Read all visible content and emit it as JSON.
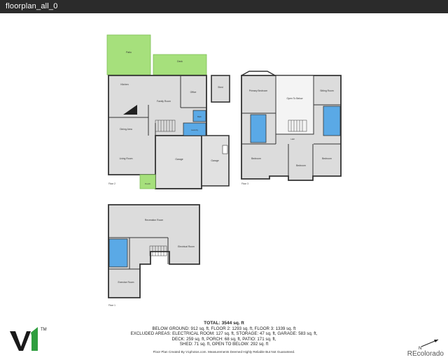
{
  "header": {
    "title": "floorplan_all_0"
  },
  "colors": {
    "patio_green": "#a6e07c",
    "bath_blue": "#5aa9e6",
    "room_grey": "#dcdcdc",
    "wall": "#333333",
    "logo_green": "#2e9e3e"
  },
  "floor2": {
    "level_label": "Floor 2",
    "rooms": {
      "patio": "Patio",
      "deck": "Deck",
      "shed": "Shed",
      "kitchen": "Kitchen",
      "family_room": "Family Room",
      "office": "Office",
      "dining_area": "Dining Area",
      "living_room": "Living Room",
      "garage_main": "Garage",
      "garage_side": "Garage",
      "porch": "Porch",
      "bath": "Bath",
      "laundry": "Laundry"
    }
  },
  "floor3": {
    "level_label": "Floor 3",
    "rooms": {
      "primary_bedroom": "Primary Bedroom",
      "open_to_below": "Open To Below",
      "sitting_room": "Sitting Room",
      "bedroom_a": "Bedroom",
      "bedroom_b": "Bedroom",
      "bedroom_c": "Bedroom",
      "hall": "Hall"
    }
  },
  "floor1": {
    "level_label": "Floor 1",
    "rooms": {
      "recreation_room": "Recreation Room",
      "electrical_room": "Electrical Room",
      "exercise_room": "Exercise Room"
    }
  },
  "summary": {
    "total": "TOTAL: 3544 sq. ft",
    "line1": "BELOW GROUND: 912 sq. ft, FLOOR 2: 1293 sq. ft, FLOOR 3: 1339 sq. ft",
    "line2": "EXCLUDED AREAS: ELECTRICAL ROOM: 127 sq. ft, STORAGE: 47 sq. ft, GARAGE: 583 sq. ft,",
    "line3": "DECK: 259 sq. ft, PORCH: 68 sq. ft, PATIO: 171 sq. ft,",
    "line4": "SHED: 71 sq. ft, OPEN TO BELOW: 292 sq. ft"
  },
  "credit": "Floor Plan Created By V1photos.com. Measurements Deemed Highly Reliable But Not Guaranteed.",
  "logo": {
    "text": "V1",
    "tm": "TM"
  },
  "watermark": "REcolorado",
  "compass": {
    "letter": "N"
  }
}
